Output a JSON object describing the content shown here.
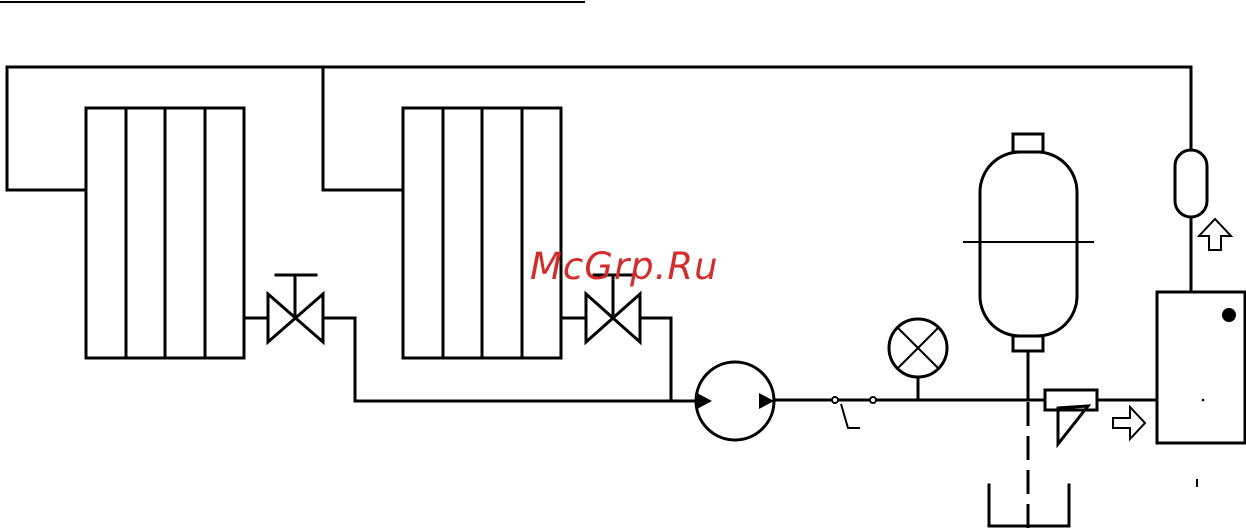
{
  "watermark": {
    "text": "McGrp.Ru",
    "color": "#d42b2b"
  },
  "colors": {
    "line": "#000000",
    "background": "#ffffff"
  },
  "components": {
    "radiator_sections": 4,
    "icons": [
      "radiator",
      "shutoff-valve",
      "circulation-pump",
      "check-valve",
      "pressure-gauge",
      "expansion-tank",
      "strainer",
      "boiler",
      "air-separator",
      "flow-arrow",
      "drain-funnel"
    ]
  }
}
